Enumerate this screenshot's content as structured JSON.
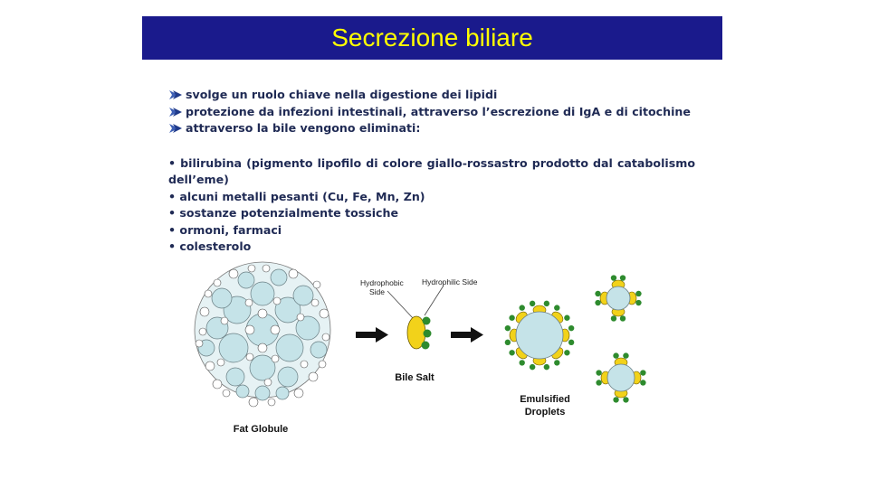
{
  "title": "Secrezione biliare",
  "arrow_items": [
    "svolge un ruolo chiave nella digestione dei lipidi",
    "protezione da infezioni intestinali, attraverso l’escrezione di IgA e di citochine",
    "attraverso la bile vengono eliminati:"
  ],
  "dot_items": [
    "• bilirubina (pigmento lipofilo di colore giallo-rossastro prodotto dal catabolismo",
    "dell’eme)",
    "• alcuni metalli pesanti (Cu, Fe, Mn, Zn)",
    "• sostanze potenzialmente tossiche",
    "• ormoni, farmaci",
    "• colesterolo"
  ],
  "figure": {
    "fat_globule_label": "Fat Globule",
    "hydrophobic_side_line1": "Hydrophobic",
    "hydrophobic_side_line2": "Side",
    "hydrophilic_side": "Hydrophilic Side",
    "bile_salt_label": "Bile Salt",
    "emulsified_line1": "Emulsified",
    "emulsified_line2": "Droplets"
  },
  "colors": {
    "title_bg": "#1a1a8c",
    "title_text": "#ffff00",
    "bullet_text": "#1f2a54",
    "arrow_accent": "#1f3a8a",
    "globule_fill": "#c5e3e8",
    "bile_yellow": "#f2d21a",
    "bile_green": "#2e8b2e"
  }
}
